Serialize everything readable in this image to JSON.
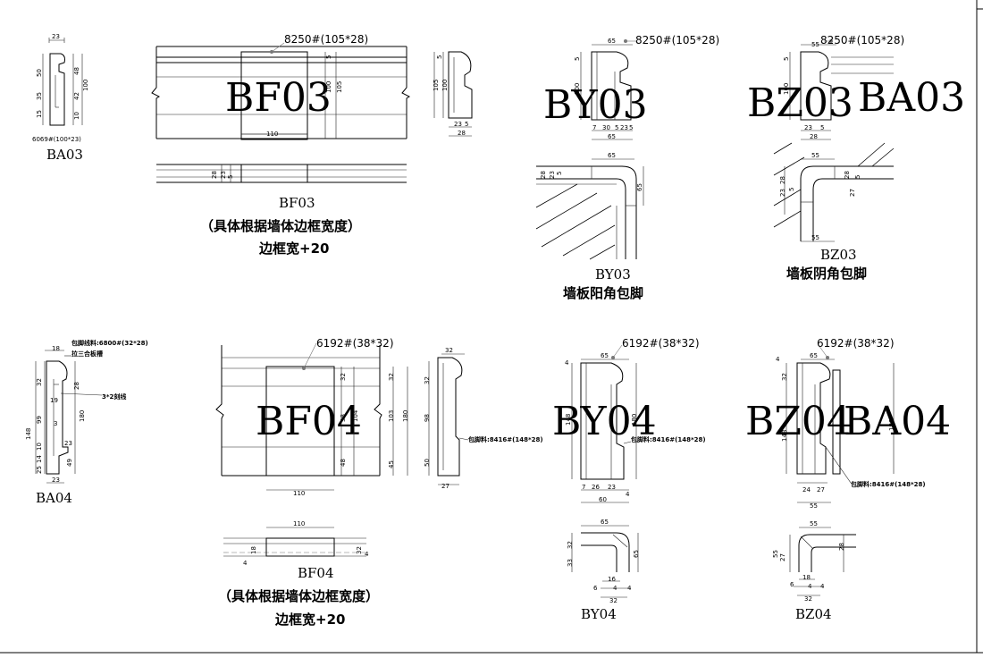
{
  "titles": {
    "bf03": "BF03",
    "by03": "BY03",
    "bz03": "BZ03",
    "ba03": "BA03",
    "bf04": "BF04",
    "by04": "BY04",
    "bz04": "BZ04",
    "ba04": "BA04"
  },
  "captions": {
    "ba03": "BA03",
    "bf03": "BF03",
    "bf03_note": "（具体根据墙体边框宽度）",
    "bf03_width": "边框宽+20",
    "by03": "BY03",
    "by03_desc": "墙板阳角包脚",
    "bz03": "BZ03",
    "bz03_desc": "墙板阴角包脚",
    "ba04": "BA04",
    "bf04": "BF04",
    "bf04_note": "（具体根据墙体边框宽度）",
    "bf04_width": "边框宽+20",
    "by04": "BY04",
    "bz04": "BZ04"
  },
  "specs": {
    "ba03_profile": "6069#(100*23)",
    "bf03_profile": "8250#(105*28)",
    "by03_profile": "8250#(105*28)",
    "bz03_profile": "8250#(105*28)",
    "bf04_profile": "6192#(38*32)",
    "by04_profile": "6192#(38*32)",
    "bz04_profile": "6192#(38*32)",
    "ba04_line": "包脚线料:6800#(32*28)",
    "ba04_groove": "拉三合板槽",
    "ba04_cut": "3*2刻线",
    "by04_base": "包脚料:8416#(148*28)",
    "bf04_base": "包脚料:8416#(148*28)",
    "bz04_base": "包脚料:8416#(148*28)"
  },
  "dimensions": {
    "ba03_top": "23",
    "ba03_h": [
      "50",
      "35",
      "15",
      "48",
      "42",
      "10",
      "100"
    ],
    "bf03_w": "110",
    "bf03_h": [
      "5",
      "100",
      "105"
    ],
    "bf03_side_h": [
      "5",
      "100",
      "105"
    ],
    "bf03_side_w": [
      "23",
      "5",
      "28"
    ],
    "bf03_plan": [
      "5",
      "23",
      "28"
    ],
    "by03_top": "65",
    "by03_h": [
      "5",
      "100"
    ],
    "by03_w": [
      "7",
      "30",
      "5",
      "23",
      "5",
      "65"
    ],
    "by03_plan": [
      "65",
      "65",
      "28",
      "23",
      "5"
    ],
    "bz03_top": "55",
    "bz03_h": [
      "5",
      "100"
    ],
    "bz03_w": [
      "23",
      "5",
      "28"
    ],
    "bz03_plan": [
      "55",
      "28",
      "23",
      "5",
      "28",
      "27",
      "5",
      "55"
    ],
    "ba04_top": "18",
    "ba04_h": [
      "32",
      "19",
      "3",
      "99",
      "148",
      "180",
      "23",
      "14",
      "10",
      "25",
      "49",
      "28",
      "23"
    ],
    "bf04_w": "110",
    "bf04_h": [
      "32",
      "38",
      "104",
      "48",
      "32",
      "103",
      "180",
      "45"
    ],
    "bf04_side": [
      "32",
      "98",
      "50",
      "27"
    ],
    "bf04_plan_w": "110",
    "bf04_plan": [
      "18",
      "4",
      "32",
      "4"
    ],
    "by04_top": [
      "4",
      "65"
    ],
    "by04_h": [
      "148",
      "180"
    ],
    "by04_w": [
      "7",
      "26",
      "23",
      "4",
      "60"
    ],
    "by04_plan": [
      "65",
      "32",
      "33",
      "65",
      "16",
      "6",
      "4",
      "4",
      "32"
    ],
    "bz04_top": [
      "4",
      "65"
    ],
    "bz04_h": [
      "32",
      "148",
      "180"
    ],
    "bz04_w": [
      "24",
      "27",
      "55"
    ],
    "bz04_plan": [
      "55",
      "27",
      "55",
      "28",
      "18",
      "6",
      "4",
      "4",
      "32"
    ]
  }
}
